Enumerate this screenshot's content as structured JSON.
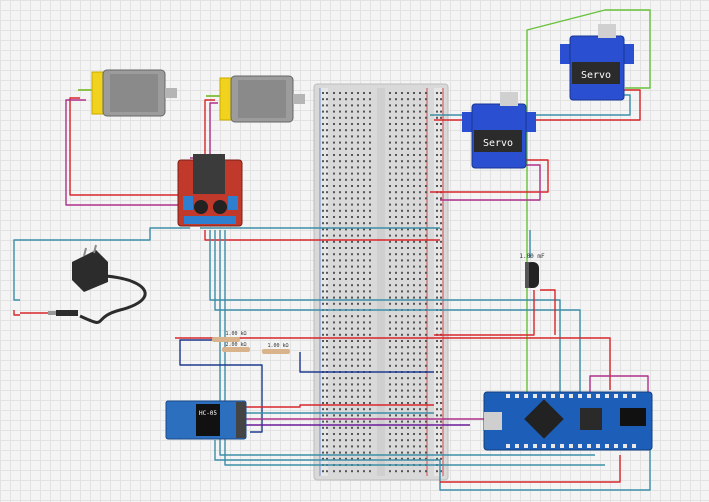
{
  "components": {
    "servo_top": {
      "label": "Servo"
    },
    "servo_mid": {
      "label": "Servo"
    },
    "capacitor": {
      "label": "1.00 mF"
    },
    "resistor_a": {
      "label": "1.00 kΩ"
    },
    "resistor_b": {
      "label": "2.00 kΩ"
    },
    "resistor_c": {
      "label": "1.00 kΩ"
    },
    "bluetooth": {
      "label": "HC-05"
    }
  },
  "colors": {
    "red": "#d8262a",
    "black": "#222222",
    "teal": "#3c8ea8",
    "blue": "#1f3b8f",
    "green": "#67c23a",
    "magenta": "#b0308a",
    "purple": "#6a1b9a",
    "servo": "#2a4fd1",
    "board": "#1d5fb8",
    "driver": "#c0392b"
  }
}
